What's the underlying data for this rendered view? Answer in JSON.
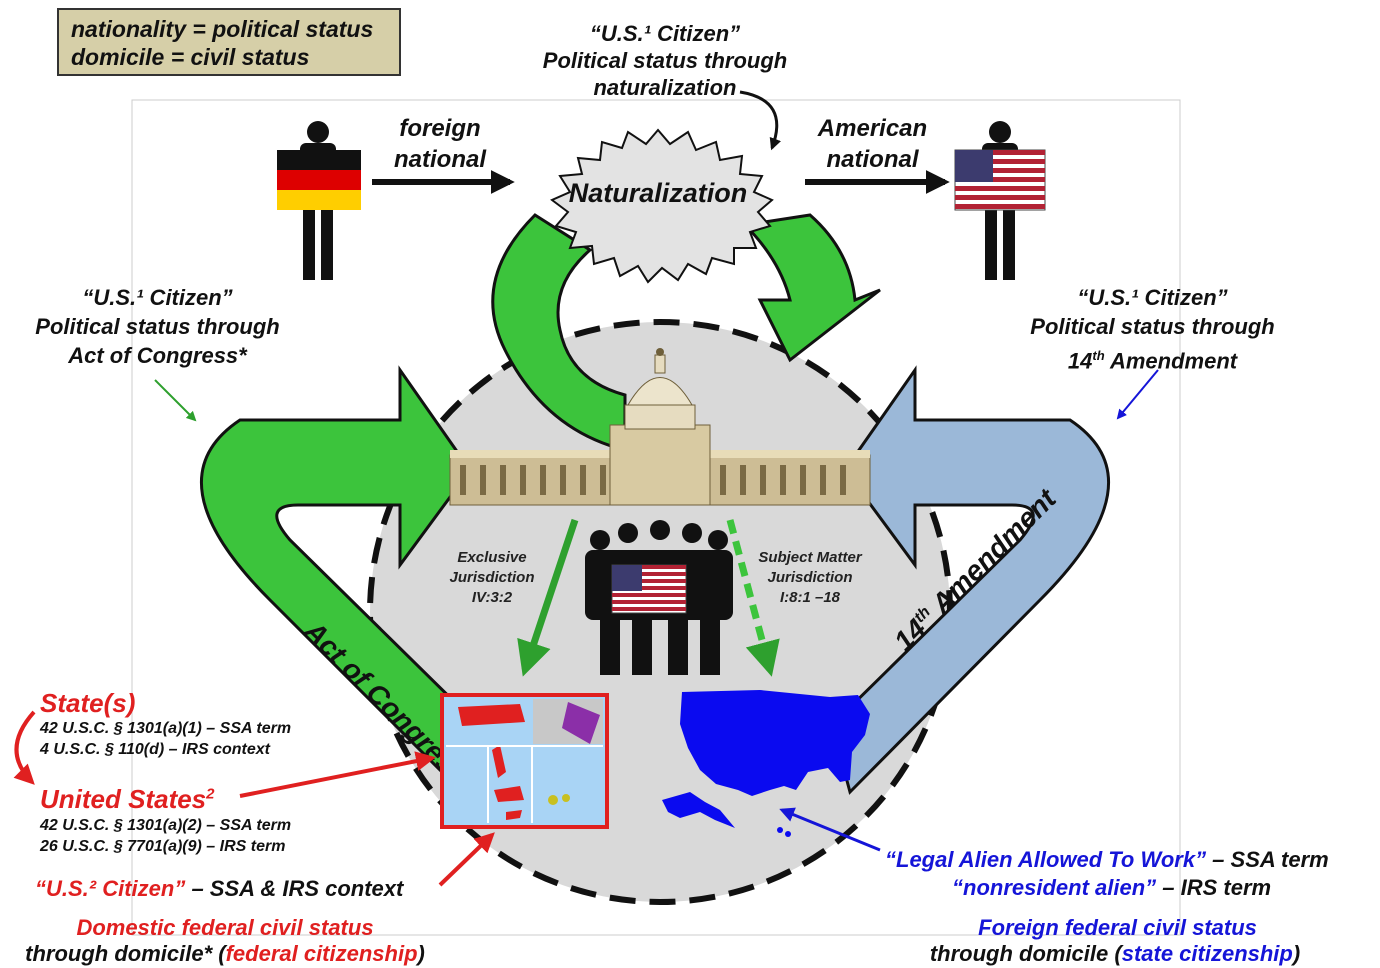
{
  "legend": {
    "line1": "nationality = political status",
    "line2": "domicile = civil status"
  },
  "naturalization": {
    "label": "Naturalization",
    "caption_line1": "“U.S.¹ Citizen”",
    "caption_line2": "Political status through",
    "caption_line3": "naturalization"
  },
  "left_arrow_label": {
    "line1": "foreign",
    "line2": "national"
  },
  "right_arrow_label": {
    "line1": "American",
    "line2": "national"
  },
  "act_of_congress": {
    "line1": "“U.S.¹ Citizen”",
    "line2": "Political status through",
    "line3": "Act of Congress*",
    "arrow_label": "Act of Congress"
  },
  "amendment_14": {
    "line1": "“U.S.¹ Citizen”",
    "line2": "Political status through",
    "line3_num": "14",
    "line3_sup": "th",
    "line3_rest": " Amendment",
    "arrow_num": "14",
    "arrow_sup": "th",
    "arrow_rest": " Amendment"
  },
  "exclusive": {
    "line1": "Exclusive",
    "line2": "Jurisdiction",
    "line3": "IV:3:2"
  },
  "subject_matter": {
    "line1": "Subject Matter",
    "line2": "Jurisdiction",
    "line3": "I:8:1 –18"
  },
  "states": {
    "title": "State(s)",
    "cite1": "42 U.S.C. § 1301(a)(1) – SSA term",
    "cite2": "4 U.S.C. § 110(d) – IRS context"
  },
  "united_states": {
    "title": "United States",
    "sup": "2",
    "cite1": "42 U.S.C. § 1301(a)(2) – SSA term",
    "cite2": "26 U.S.C. § 7701(a)(9) – IRS term"
  },
  "us2_citizen": {
    "term": "“U.S.² Citizen”",
    "rest": " – SSA & IRS context"
  },
  "domestic": {
    "line1": "Domestic federal civil status",
    "line2_a": "through domicile* (",
    "line2_b": "federal citizenship",
    "line2_c": ")"
  },
  "legal_alien": {
    "term": "“Legal Alien Allowed To Work”",
    "rest": " – SSA term"
  },
  "nonresident": {
    "term": "“nonresident alien”",
    "rest": " – IRS term"
  },
  "foreign": {
    "line1": "Foreign federal civil status",
    "line2_a": "through domicile (",
    "line2_b": "state citizenship",
    "line2_c": ")"
  },
  "colors": {
    "green": "#3cc43c",
    "blue_arrow": "#9bb8d8",
    "red": "#e02020",
    "blue_text": "#1515d8",
    "legend_bg": "#d6cfa8",
    "circle_bg": "#d9d9d9",
    "map_blue": "#0a0af0"
  },
  "icons": [
    "person-with-german-flag-icon",
    "person-with-us-flag-icon",
    "capitol-building-icon",
    "group-with-us-flag-icon",
    "us-territories-map-icon",
    "usa-map-icon"
  ]
}
